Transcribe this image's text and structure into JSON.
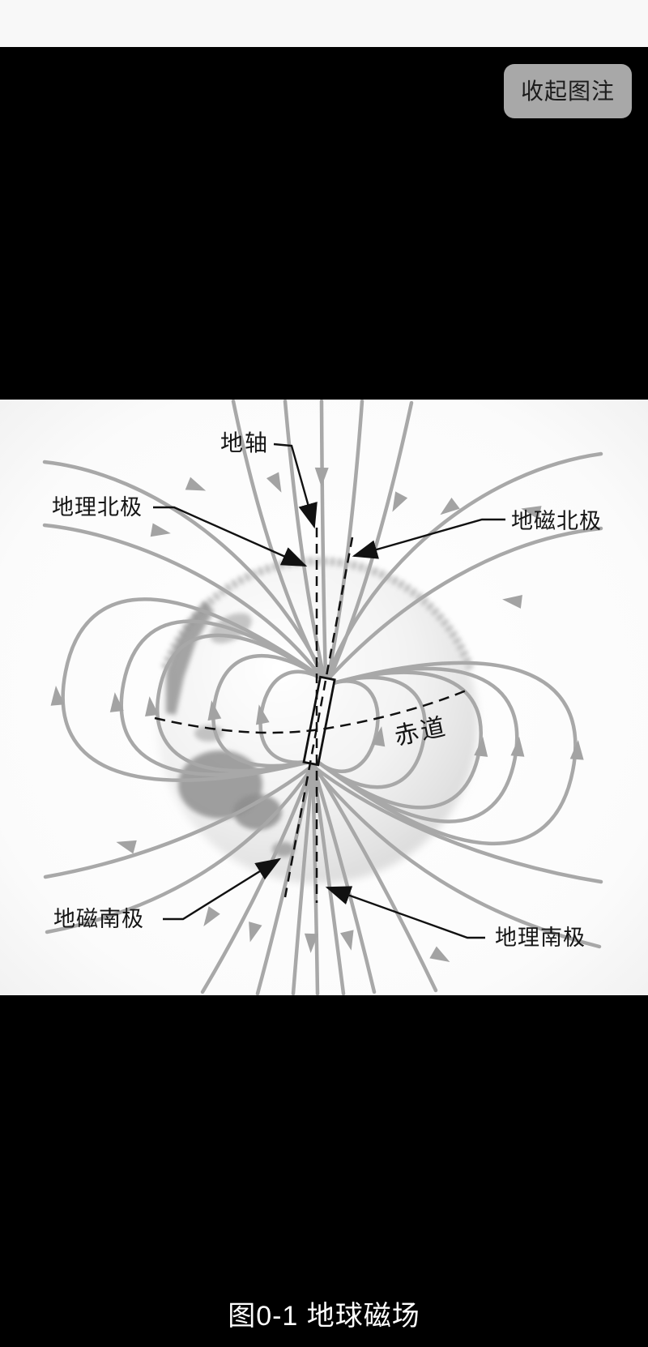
{
  "screen": {
    "background": "#000000",
    "status_bar_color": "#f8f8f8"
  },
  "toolbar": {
    "collapse_caption_label": "收起图注"
  },
  "figure": {
    "labels": {
      "earth_axis": "地轴",
      "geographic_north_pole": "地理北极",
      "geomagnetic_north_pole": "地磁北极",
      "equator": "赤道",
      "geomagnetic_south_pole": "地磁南极",
      "geographic_south_pole": "地理南极"
    },
    "colors": {
      "field_line": "#a8a8a8",
      "annotation": "#151515",
      "figure_background": "#fcfcfc"
    }
  },
  "caption": {
    "text": "图0-1 地球磁场",
    "color": "#ffffff"
  }
}
